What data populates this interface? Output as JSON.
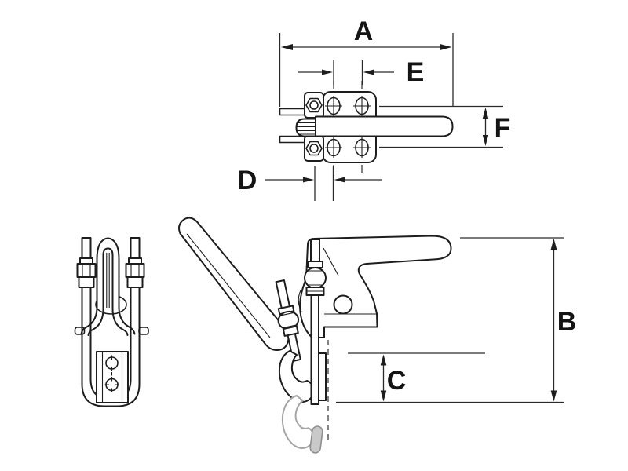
{
  "drawing": {
    "type": "engineering-dimension-drawing",
    "subject": "latch-action toggle clamp shown in three views (top view, front view, side view)",
    "colors": {
      "background": "#ffffff",
      "line": "#1d1d1d",
      "phantom_line": "#a5a5a5"
    },
    "views": [
      {
        "id": "top-view",
        "dimensions_shown": [
          "A",
          "E",
          "F",
          "D"
        ]
      },
      {
        "id": "front-view",
        "dimensions_shown": []
      },
      {
        "id": "side-view",
        "dimensions_shown": [
          "B",
          "C"
        ]
      }
    ],
    "dimensions": {
      "A": {
        "label": "A",
        "orientation": "horizontal",
        "view": "top-view"
      },
      "B": {
        "label": "B",
        "orientation": "vertical",
        "view": "side-view"
      },
      "C": {
        "label": "C",
        "orientation": "vertical",
        "view": "side-view"
      },
      "D": {
        "label": "D",
        "orientation": "horizontal",
        "view": "top-view"
      },
      "E": {
        "label": "E",
        "orientation": "horizontal",
        "view": "top-view"
      },
      "F": {
        "label": "F",
        "orientation": "vertical",
        "view": "top-view"
      }
    }
  }
}
